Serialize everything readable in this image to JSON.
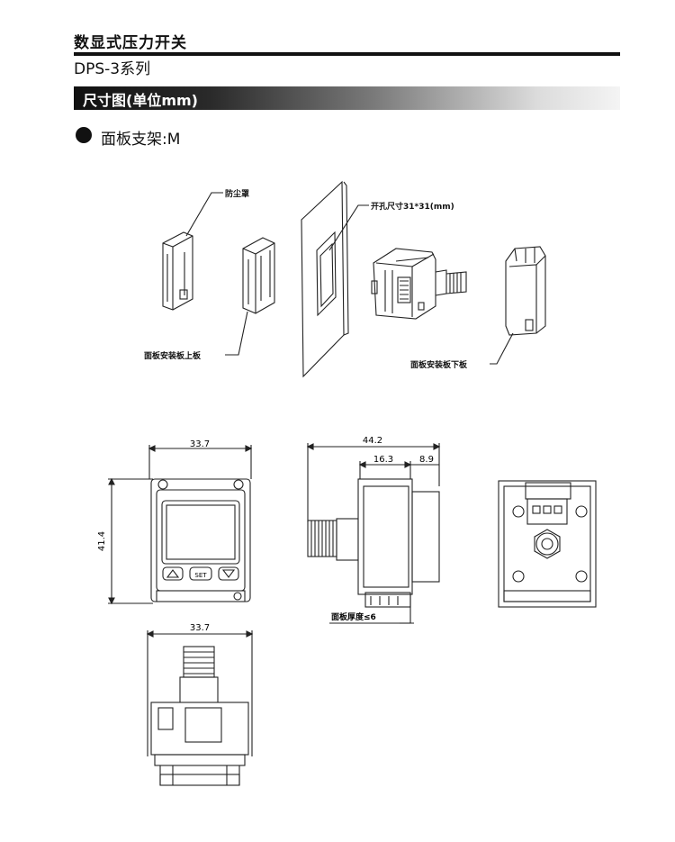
{
  "header": {
    "title": "数显式压力开关",
    "series": "DPS-3系列",
    "section": "尺寸图(单位mm)",
    "mount": "面板支架:M"
  },
  "exploded_labels": {
    "dust_cover": "防尘罩",
    "panel_hole": "开孔尺寸31*31(mm)",
    "upper_plate": "面板安装板上板",
    "lower_plate": "面板安装板下板"
  },
  "front_view": {
    "width": "33.7",
    "height": "41.4",
    "buttons": [
      "",
      "SET",
      ""
    ]
  },
  "side_view": {
    "total": "44.2",
    "part_a": "16.3",
    "part_b": "8.9",
    "panel_thickness": "面板厚度≤6"
  },
  "top_view": {
    "width": "33.7"
  }
}
